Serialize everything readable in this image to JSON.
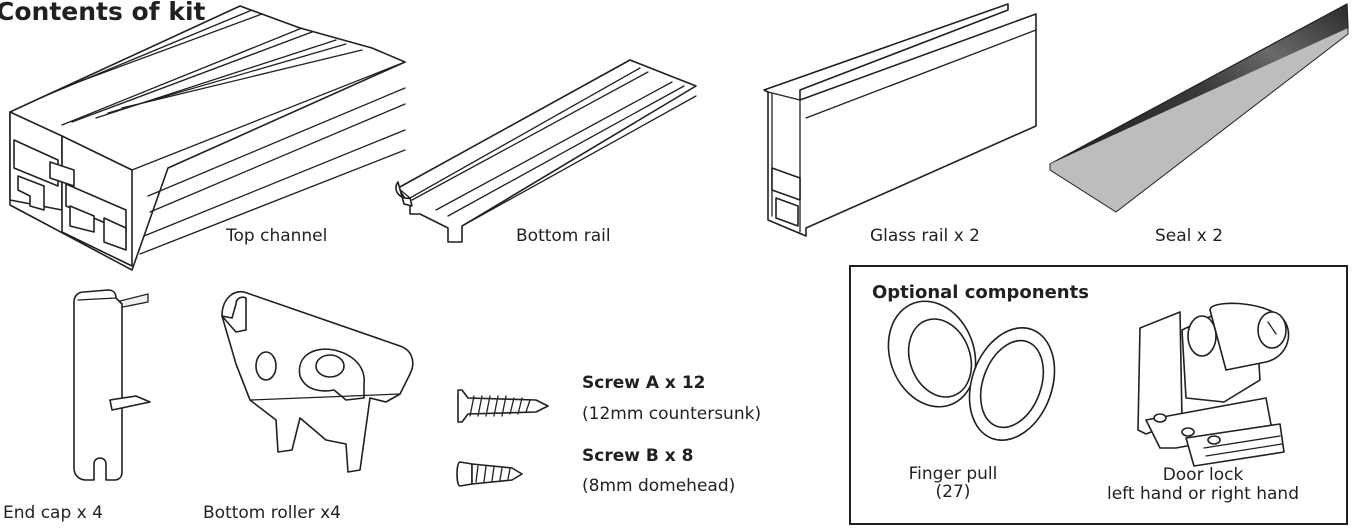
{
  "title": "Contents of kit",
  "parts": {
    "top_channel": "Top channel",
    "bottom_rail": "Bottom rail",
    "glass_rail": "Glass rail x 2",
    "seal": "Seal x 2",
    "end_cap": "End cap x 4",
    "bottom_roller": "Bottom roller x4"
  },
  "screws": {
    "a_name": "Screw A x 12",
    "a_desc": "(12mm countersunk)",
    "b_name": "Screw B x 8",
    "b_desc": "(8mm domehead)"
  },
  "optional": {
    "title": "Optional components",
    "finger_pull_line1": "Finger pull",
    "finger_pull_line2": "(27)",
    "door_lock_line1": "Door lock",
    "door_lock_line2": "left hand or right hand"
  },
  "colors": {
    "ink": "#231f20",
    "seal": "#1a1a1a"
  }
}
